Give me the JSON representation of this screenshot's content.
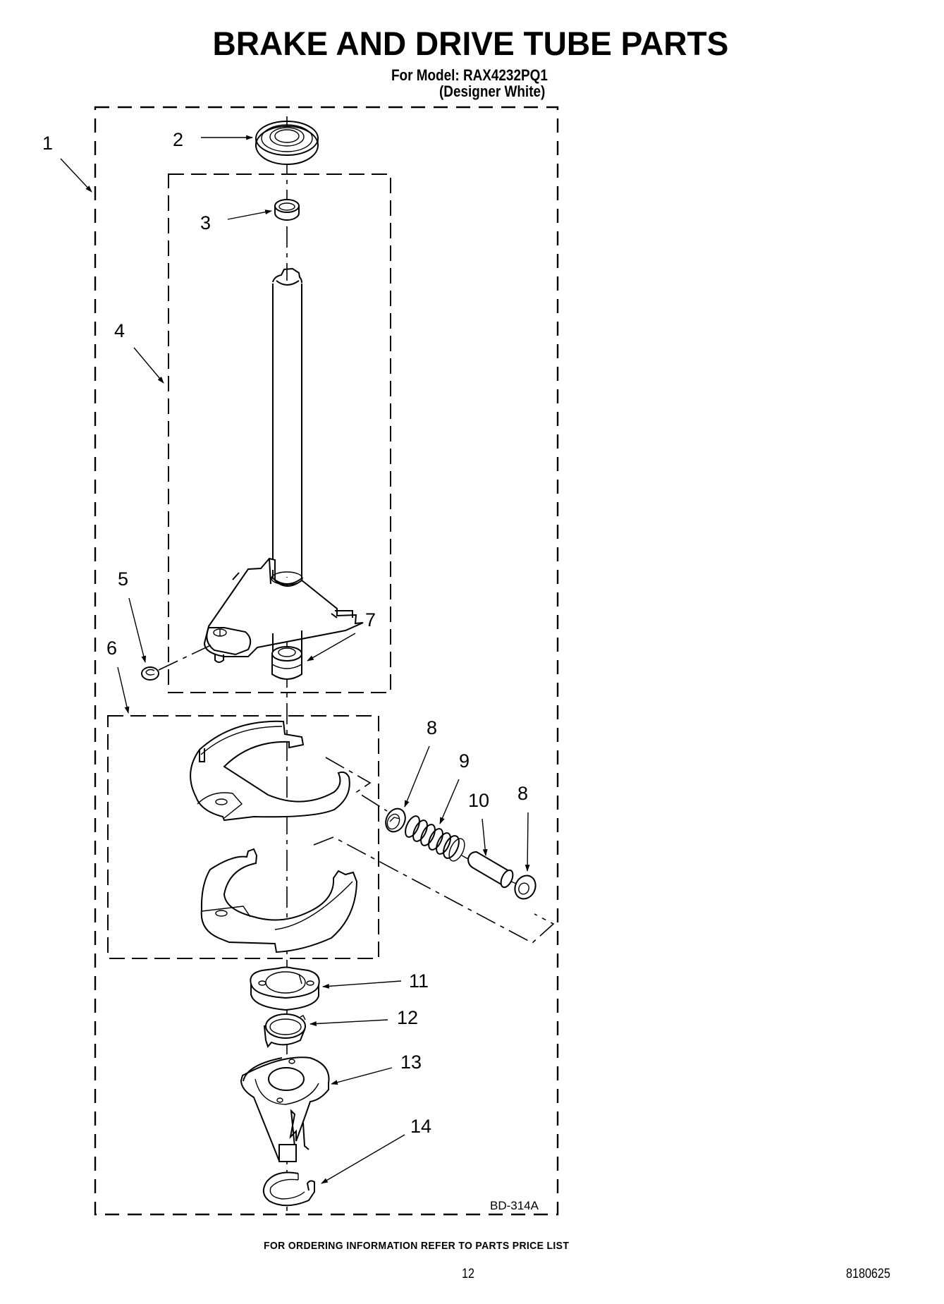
{
  "header": {
    "title": "BRAKE AND DRIVE TUBE PARTS",
    "model_line": "For Model: RAX4232PQ1",
    "variant_line": "(Designer White)"
  },
  "diagram": {
    "drawing_code": "BD-314A",
    "callouts": [
      {
        "id": "1",
        "label": "1",
        "description": "outer assembly group"
      },
      {
        "id": "2",
        "label": "2",
        "description": "seal/bearing ring"
      },
      {
        "id": "3",
        "label": "3",
        "description": "bushing"
      },
      {
        "id": "4",
        "label": "4",
        "description": "drive tube and plate assembly group"
      },
      {
        "id": "5",
        "label": "5",
        "description": "clip"
      },
      {
        "id": "6",
        "label": "6",
        "description": "brake shoe assembly group"
      },
      {
        "id": "7",
        "label": "7",
        "description": "bushing"
      },
      {
        "id": "8a",
        "label": "8",
        "description": "washer"
      },
      {
        "id": "9",
        "label": "9",
        "description": "spring"
      },
      {
        "id": "10",
        "label": "10",
        "description": "pin"
      },
      {
        "id": "8b",
        "label": "8",
        "description": "washer"
      },
      {
        "id": "11",
        "label": "11",
        "description": "flange"
      },
      {
        "id": "12",
        "label": "12",
        "description": "collar"
      },
      {
        "id": "13",
        "label": "13",
        "description": "cam/bracket"
      },
      {
        "id": "14",
        "label": "14",
        "description": "retaining ring"
      }
    ]
  },
  "footer": {
    "ordering_note": "FOR ORDERING INFORMATION REFER TO PARTS PRICE LIST",
    "page_number": "12",
    "document_number": "8180625"
  }
}
